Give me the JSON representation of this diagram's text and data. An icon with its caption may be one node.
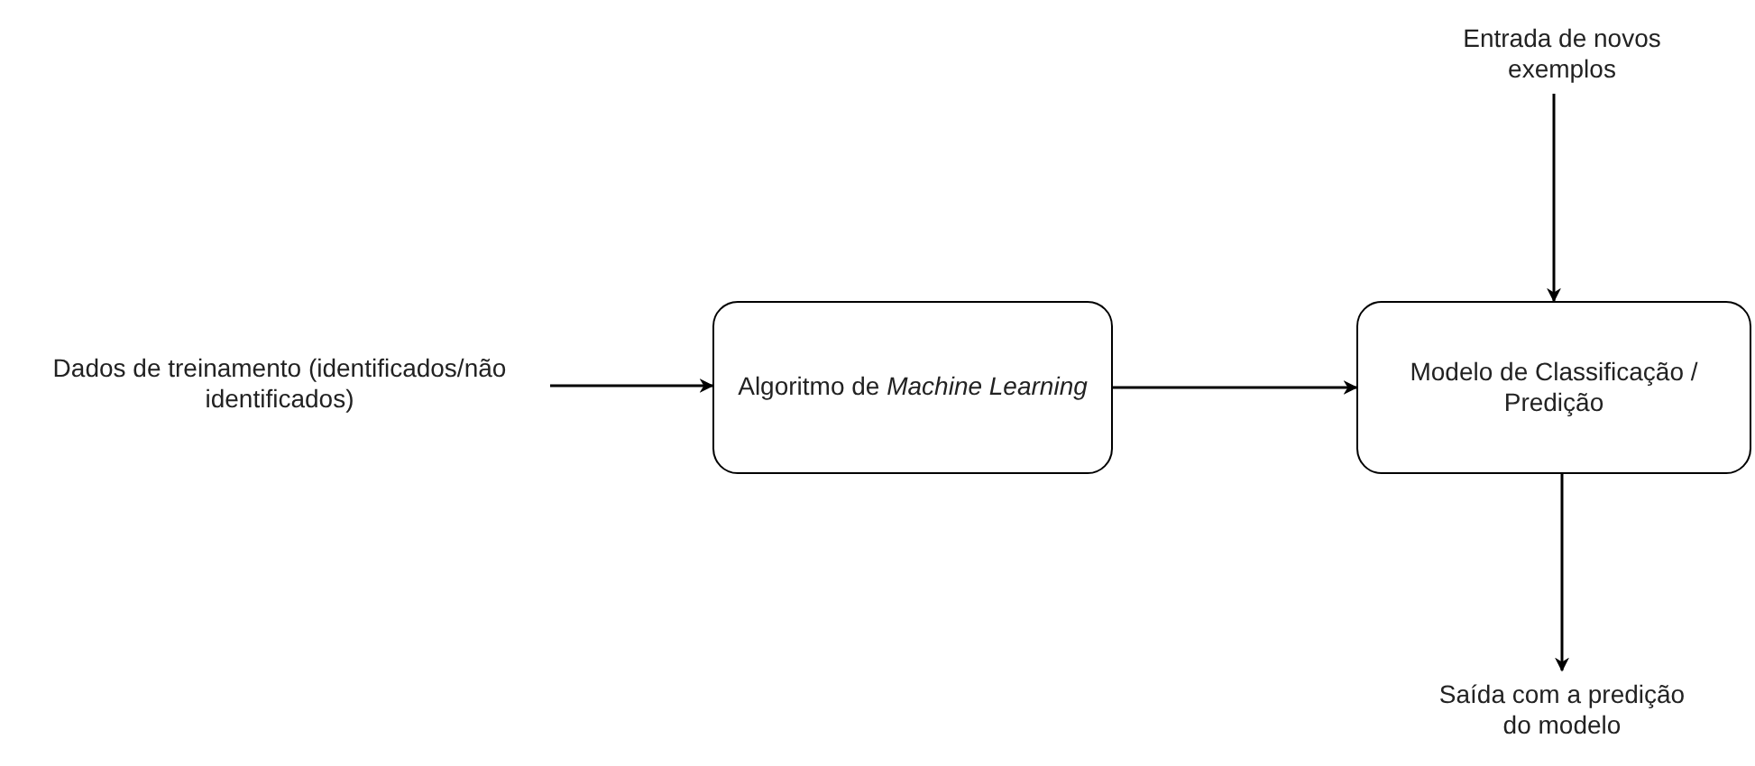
{
  "diagram": {
    "nodes": [
      {
        "text": [
          "Dados de treinamento (identificados/não identificados)"
        ]
      },
      {
        "text": [
          "Algoritmo de *Machine Learning*"
        ]
      },
      {
        "text": [
          "Modelo de Classificação / Predição"
        ]
      },
      {
        "text": [
          "Entrada de novos exemplos"
        ]
      },
      {
        "text": [
          "Saída com a predição do modelo"
        ]
      }
    ],
    "edges": [
      {
        "from": 0,
        "to": 1,
        "arrow": "to"
      },
      {
        "from": 1,
        "to": 2,
        "arrow": "to"
      },
      {
        "from": 3,
        "to": 2,
        "arrow": "to"
      },
      {
        "from": 2,
        "to": 4,
        "arrow": "to"
      }
    ]
  }
}
